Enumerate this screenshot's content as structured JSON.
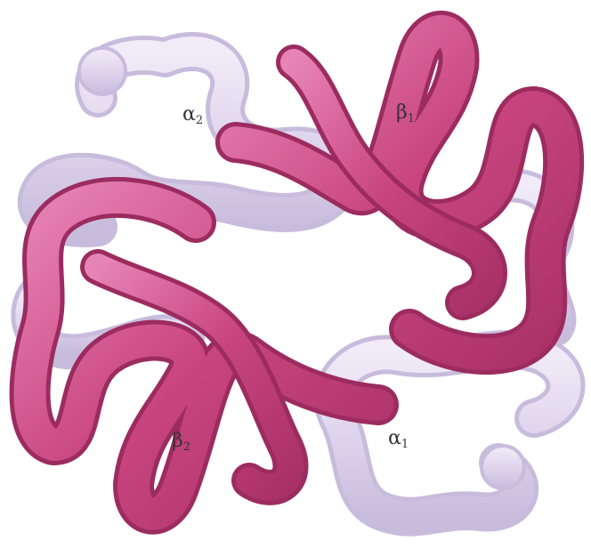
{
  "labels": {
    "alpha2": {
      "symbol": "α",
      "sub": "2"
    },
    "beta1": {
      "symbol": "β",
      "sub": "1"
    },
    "beta2": {
      "symbol": "β",
      "sub": "2"
    },
    "alpha1": {
      "symbol": "α",
      "sub": "1"
    }
  },
  "colors": {
    "alpha_chain": "#e2d9ef",
    "beta_chain": "#c9457f"
  }
}
